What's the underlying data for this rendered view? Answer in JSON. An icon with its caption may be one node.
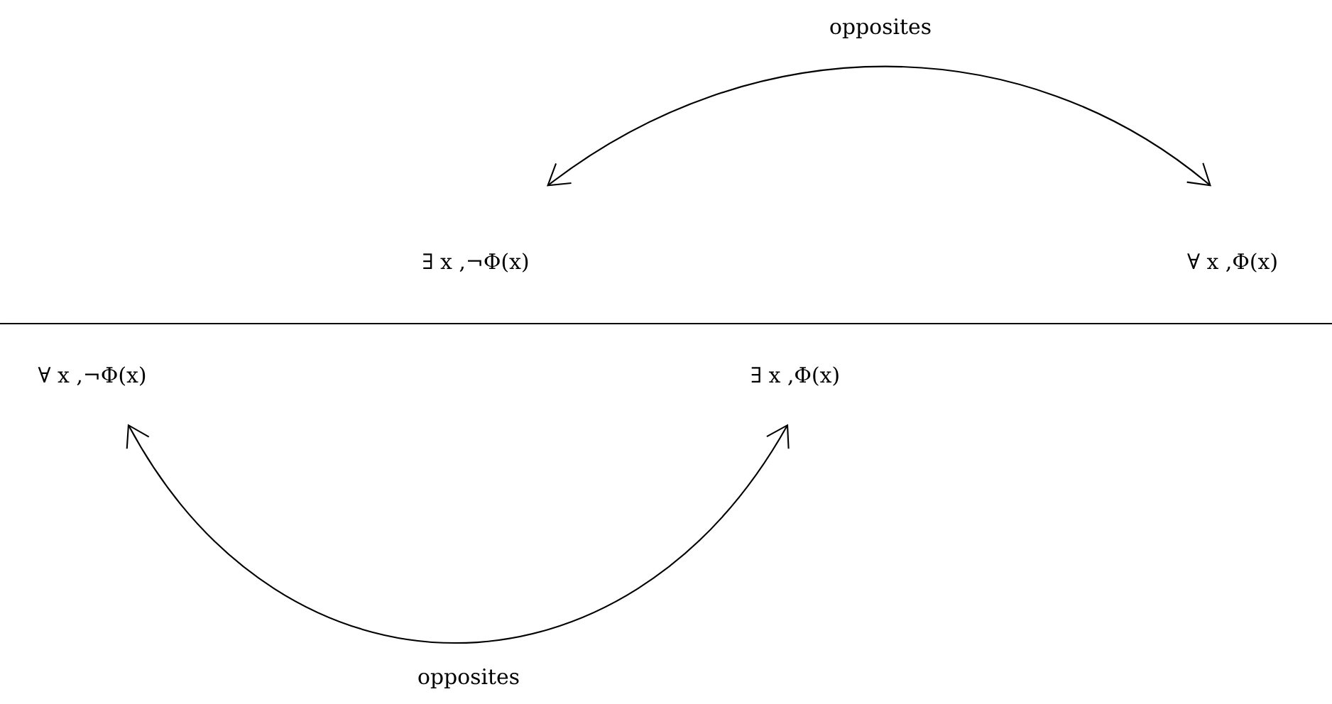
{
  "diagram": {
    "nodes": [
      {
        "text": [
          "∃ x ,¬Φ(x)"
        ]
      },
      {
        "text": [
          "∀ x ,Φ(x)"
        ]
      },
      {
        "text": [
          "∀ x ,¬Φ(x)"
        ]
      },
      {
        "text": [
          "∃ x ,Φ(x)"
        ]
      }
    ],
    "edges": [
      {
        "from": 0,
        "to": 1,
        "arrow": "both",
        "label": "opposites"
      },
      {
        "from": 2,
        "to": 3,
        "arrow": "both",
        "label": "opposites"
      }
    ]
  }
}
